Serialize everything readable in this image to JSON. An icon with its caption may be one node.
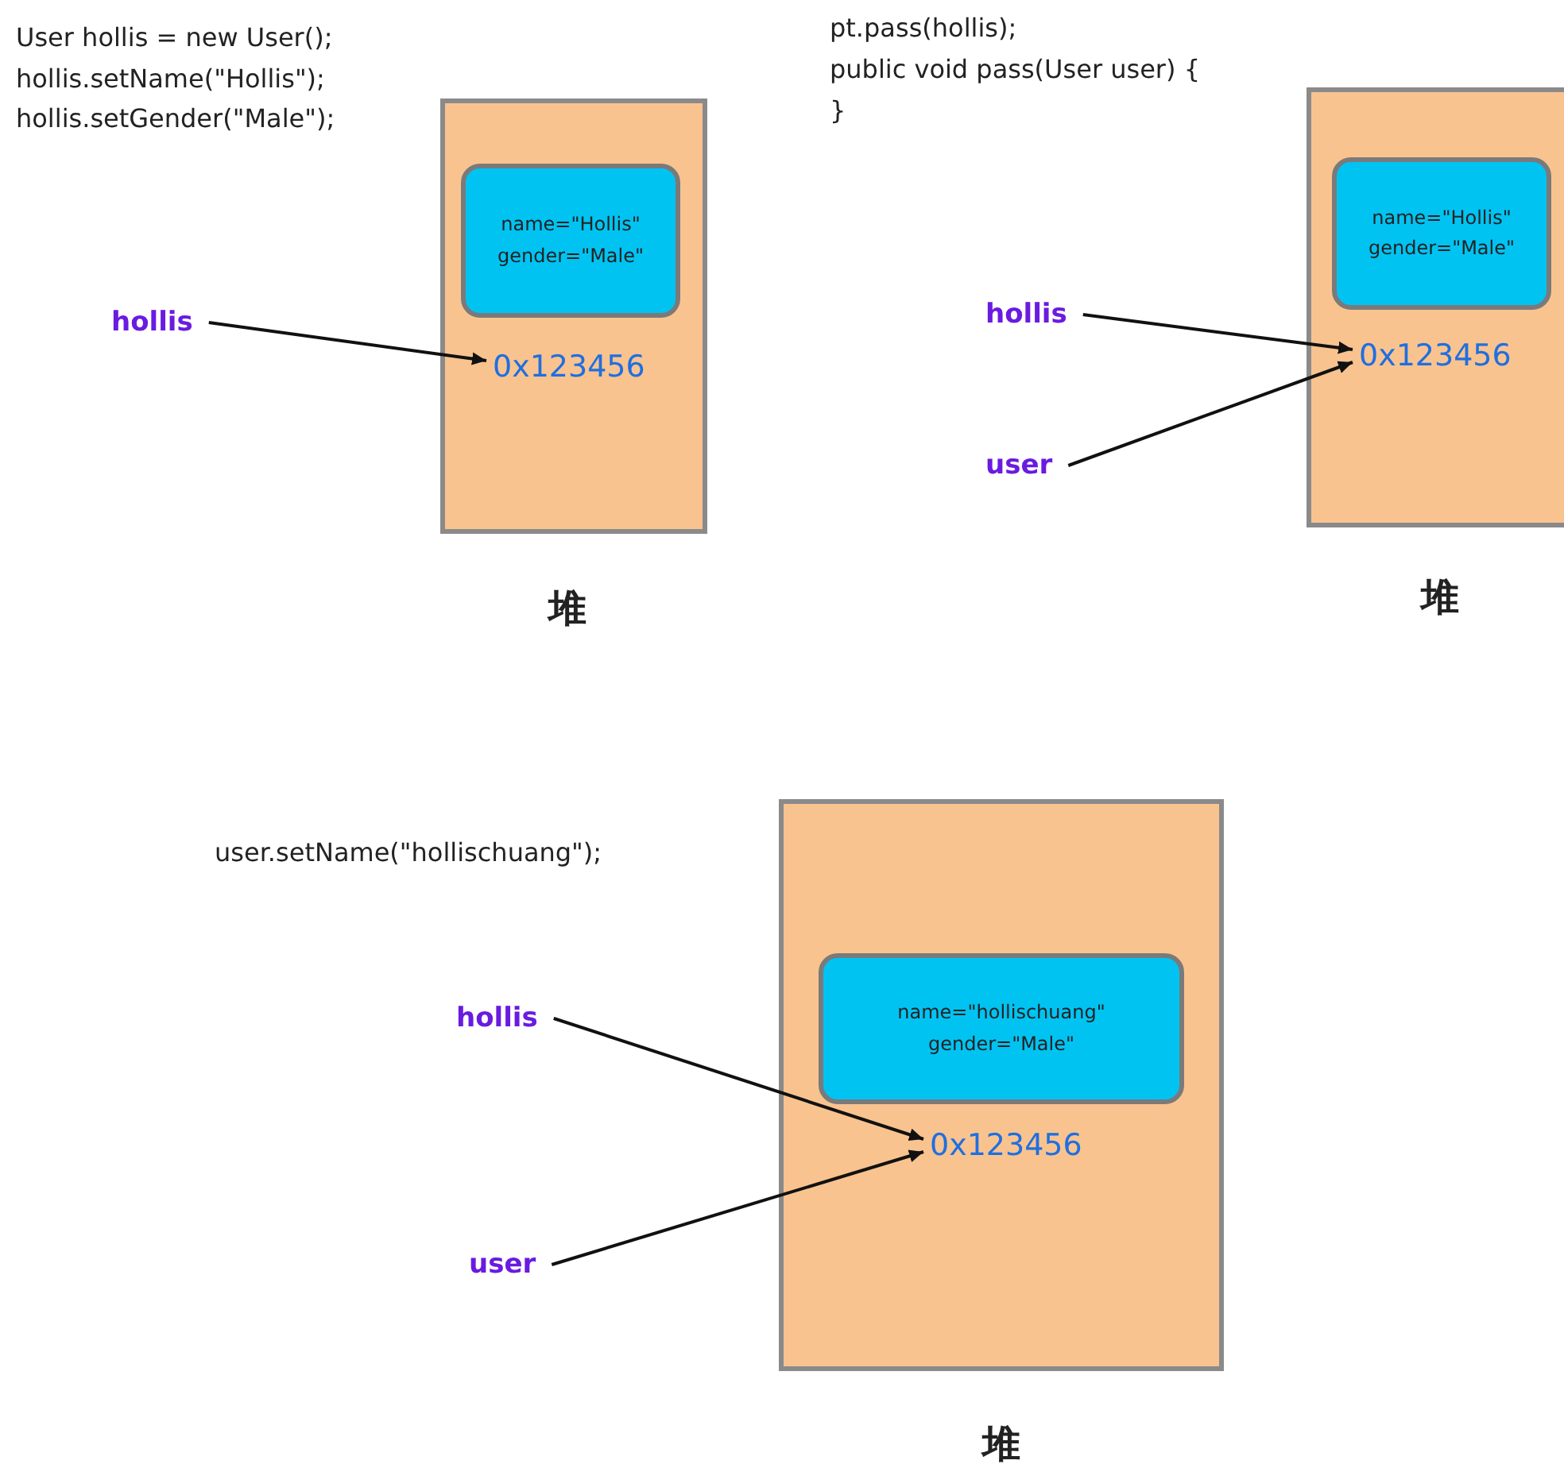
{
  "diagram": {
    "nodes": [
      {
        "text": [
          "堆"
        ]
      },
      {
        "text": [
          "name=\"Hollis\" gender=\"Male\""
        ],
        "in": 0
      },
      {
        "text": [
          "0x123456"
        ],
        "in": 0
      },
      {
        "text": [
          "hollis"
        ]
      },
      {
        "text": [
          "堆"
        ]
      },
      {
        "text": [
          "name=\"Hollis\" gender=\"Male\""
        ],
        "in": 4
      },
      {
        "text": [
          "0x123456"
        ],
        "in": 4
      },
      {
        "text": [
          "hollis"
        ]
      },
      {
        "text": [
          "user"
        ]
      },
      {
        "text": [
          "堆"
        ]
      },
      {
        "text": [
          "name=\"hollischuang\" gender=\"Male\""
        ],
        "in": 9
      },
      {
        "text": [
          "0x123456"
        ],
        "in": 9
      },
      {
        "text": [
          "hollis"
        ]
      },
      {
        "text": [
          "user"
        ]
      }
    ],
    "edges": [
      {
        "from": 3,
        "to": 2,
        "arrow": "to"
      },
      {
        "from": 7,
        "to": 6,
        "arrow": "to"
      },
      {
        "from": 8,
        "to": 6,
        "arrow": "to"
      },
      {
        "from": 12,
        "to": 11,
        "arrow": "to"
      },
      {
        "from": 13,
        "to": 11,
        "arrow": "to"
      }
    ],
    "labels": [
      "User hollis = new User();",
      "hollis.setName(\"Hollis\");",
      "hollis.setGender(\"Male\");",
      "pt.pass(hollis);",
      "public void pass(User user) {",
      "}",
      "user.setName(\"hollischuang\");"
    ]
  }
}
